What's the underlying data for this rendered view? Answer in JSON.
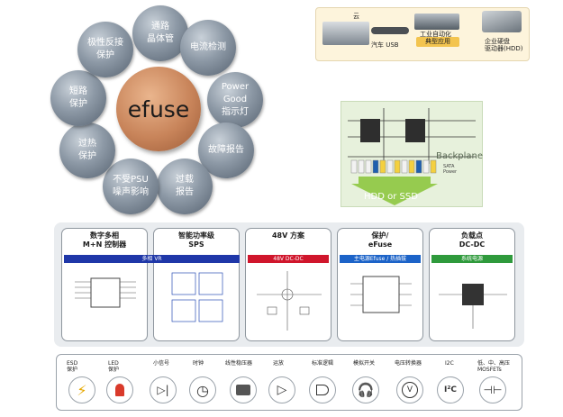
{
  "wheel": {
    "center": "efuse",
    "features": [
      "通路\n晶体管",
      "电流检测",
      "Power\nGood\n指示灯",
      "故障报告",
      "过载\n报告",
      "不受PSU\n噪声影响",
      "过热\n保护",
      "短路\n保护",
      "极性反接\n保护"
    ]
  },
  "applications": {
    "cloud": "云",
    "usb": "汽车 USB",
    "industrial": "工业自动化",
    "typical": "典型应用",
    "hdd": "企业硬盘\n驱动器(HDD)"
  },
  "backplane": {
    "title": "Backplane",
    "sata": "SATA\nPower",
    "drive": "HDD or SSD"
  },
  "cards": [
    {
      "title": "数字多相\nM+N 控制器",
      "band": "多相 VR",
      "band_color": "#1f37a8"
    },
    {
      "title": "智能功率级\nSPS",
      "band": "",
      "band_color": "#1f37a8"
    },
    {
      "title": "48V 方案",
      "band": "48V DC-DC",
      "band_color": "#d0162c"
    },
    {
      "title": "保护/\neFuse",
      "band": "主电源Efuse / 热插拔",
      "band_color": "#1c63c8"
    },
    {
      "title": "负载点\nDC-DC",
      "band": "系统电源",
      "band_color": "#2f9a3c"
    }
  ],
  "components": [
    "ESD\n保护",
    "LED\n保护",
    "小信号",
    "时钟",
    "线性稳压器",
    "运放",
    "标准逻辑",
    "模拟开关",
    "电压转换器",
    "I2C",
    "低、中、高压\nMOSFETs"
  ],
  "i2c_icon_text": "I²C"
}
